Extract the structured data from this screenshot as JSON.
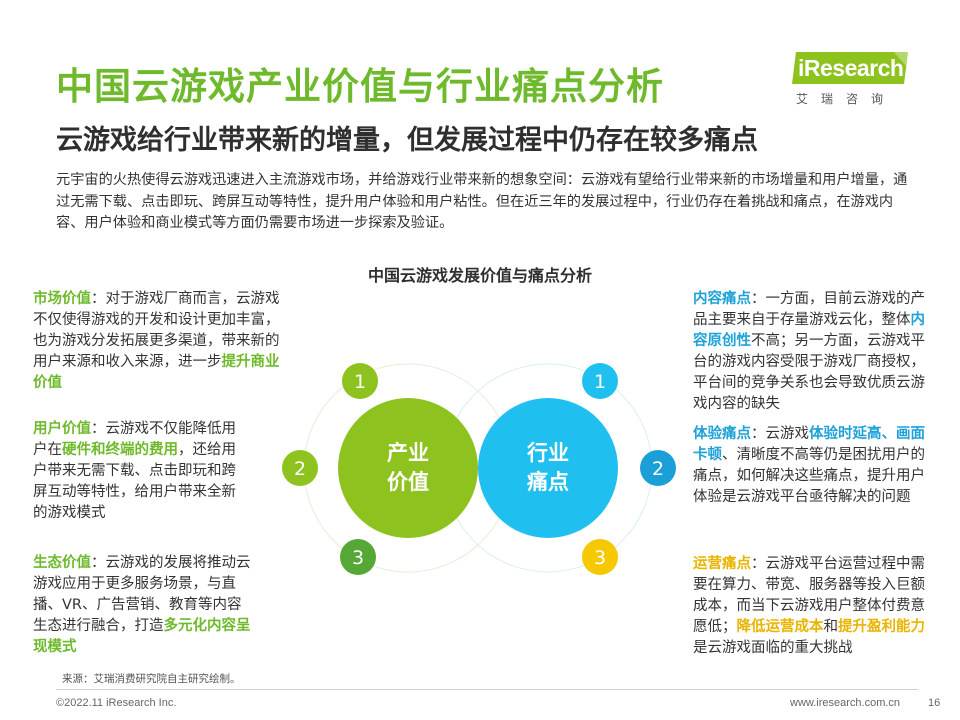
{
  "header": {
    "title": "中国云游戏产业价值与行业痛点分析",
    "subtitle": "云游戏给行业带来新的增量，但发展过程中仍存在较多痛点"
  },
  "logo": {
    "text": "iResearch",
    "sub": "艾瑞咨询",
    "color": "#6fba2c"
  },
  "intro": "元宇宙的火热使得云游戏迅速进入主流游戏市场，并给游戏行业带来新的想象空间：云游戏有望给行业带来新的市场增量和用户增量，通过无需下载、点击即玩、跨屏互动等特性，提升用户体验和用户粘性。但在近三年的发展过程中，行业仍存在着挑战和痛点，在游戏内容、用户体验和商业模式等方面仍需要市场进一步探索及验证。",
  "chart": {
    "title": "中国云游戏发展价值与痛点分析",
    "left_circle": {
      "line1": "产业",
      "line2": "价值",
      "color": "#8dc21f"
    },
    "right_circle": {
      "line1": "行业",
      "line2": "痛点",
      "color": "#1fc0ef"
    },
    "left_badges": [
      "1",
      "2",
      "3"
    ],
    "right_badges": [
      "1",
      "2",
      "3"
    ]
  },
  "left": {
    "market": {
      "label": "市场价值",
      "text1": "：对于游戏厂商而言，云游戏不仅使得游戏的开发和设计更加丰富，也为游戏分发拓展更多渠道，带来新的用户来源和收入来源，进一步",
      "hl1": "提升商业价值"
    },
    "user": {
      "label": "用户价值",
      "text1": "：云游戏不仅能降低用户在",
      "hl1": "硬件和终端的费用",
      "text2": "，还给用户带来无需下载、点击即玩和跨屏互动等特性，给用户带来全新的游戏模式"
    },
    "eco": {
      "label": "生态价值",
      "text1": "：云游戏的发展将推动云游戏应用于更多服务场景，与直播、VR、广告营销、教育等内容生态进行融合，打造",
      "hl1": "多元化内容呈现模式"
    }
  },
  "right": {
    "content": {
      "label": "内容痛点",
      "text1": "：一方面，目前云游戏的产品主要来自于存量游戏云化，整体",
      "hl1": "内容原创性",
      "text2": "不高；另一方面，云游戏平台的游戏内容受限于游戏厂商授权，平台间的竞争关系也会导致优质云游戏内容的缺失"
    },
    "experience": {
      "label": "体验痛点",
      "text1": "：云游戏",
      "hl1": "体验时延高、画面卡顿",
      "text2": "、清晰度不高等仍是困扰用户的痛点，如何解决这些痛点，提升用户体验是云游戏平台亟待解决的问题"
    },
    "operation": {
      "label": "运营痛点",
      "text1": "：云游戏平台运营过程中需要在算力、带宽、服务器等投入巨额成本，而当下云游戏用户整体付费意愿低；",
      "hl1": "降低运营成本",
      "text2": "和",
      "hl2": "提升盈利能力",
      "text3": "是云游戏面临的重大挑战"
    }
  },
  "footer": {
    "source": "来源：艾瑞消费研究院自主研究绘制。",
    "copyright": "©2022.11 iResearch Inc.",
    "website": "www.iresearch.com.cn",
    "page": "16"
  }
}
